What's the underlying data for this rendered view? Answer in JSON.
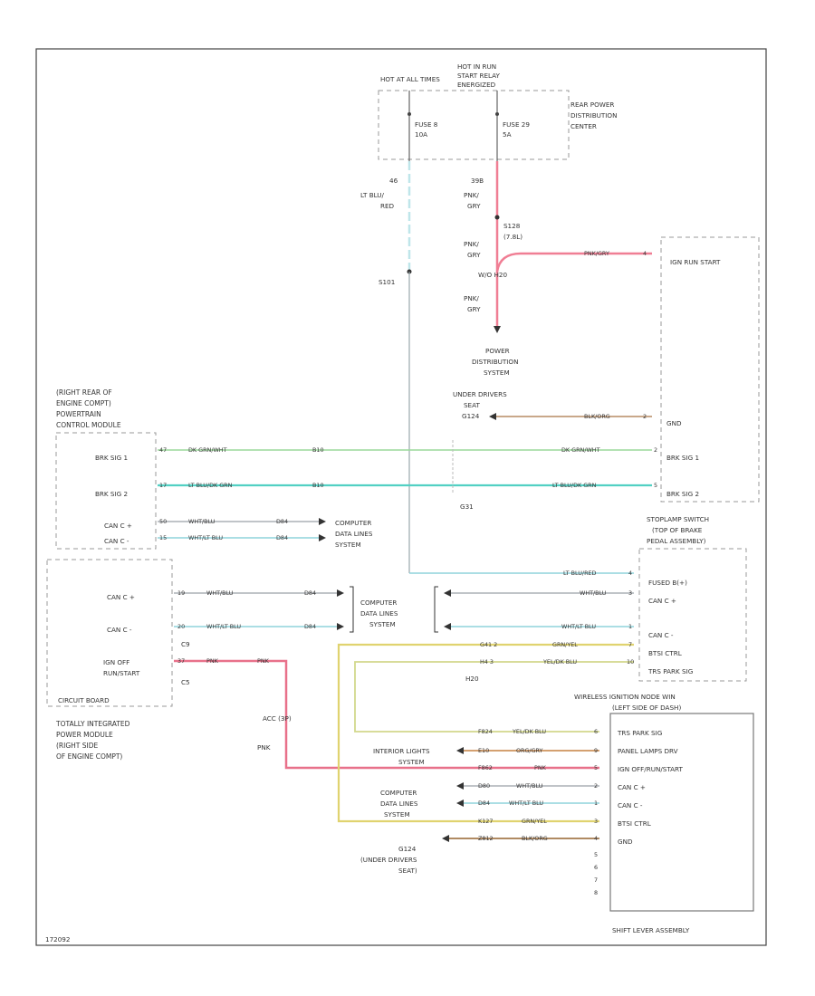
{
  "diagram": {
    "code": "172092",
    "fuse_box": {
      "hot_at_all_times": "HOT AT ALL TIMES",
      "hot_in_run_start": [
        "HOT IN RUN",
        "START RELAY",
        "ENERGIZED"
      ],
      "fuse_a": [
        "FUSE 8",
        "10A"
      ],
      "fuse_b": [
        "FUSE 29",
        "5A"
      ],
      "title": [
        "REAR POWER",
        "DISTRIBUTION",
        "CENTER"
      ]
    },
    "left_feed": {
      "cav": "46",
      "color": [
        "LT BLU/",
        "RED"
      ],
      "splice": "S101"
    },
    "right_feed": {
      "cav": "39B",
      "color1": [
        "PNK/",
        "GRY"
      ],
      "splice": [
        "S128",
        "(7.8L)"
      ],
      "color2": [
        "PNK/",
        "GRY"
      ],
      "cav2": "W/O H20",
      "color3": [
        "PNK/",
        "GRY"
      ]
    },
    "pds": [
      "POWER",
      "DISTRIBUTION",
      "SYSTEM"
    ],
    "ground": {
      "where": [
        "UNDER DRIVERS",
        "SEAT"
      ],
      "id": "G124",
      "wire": "BLK/ORG",
      "pin": "2"
    },
    "ign": {
      "wire": "PNK/GRY",
      "pin": "4",
      "label": "IGN RUN START"
    },
    "pcm": {
      "title": [
        "(RIGHT REAR OF",
        "ENGINE COMPT)",
        "POWERTRAIN",
        "CONTROL MODULE"
      ],
      "pins": [
        {
          "label": "BRK SIG 1",
          "cav": "47",
          "wire": "DK GRN/WHT",
          "pin": "2"
        },
        {
          "label": "BRK SIG 2",
          "cav": "17",
          "wire": "LT BLU/DK GRN",
          "pin": "5"
        },
        {
          "label": "CAN C +",
          "cav": "50",
          "wire": "WHT/BLU",
          "ref": "D84"
        },
        {
          "label": "CAN C -",
          "cav": "15",
          "wire": "WHT/LT BLU",
          "ref": "D84"
        }
      ],
      "sheet": "B10",
      "conn": "G31",
      "right_labels": [
        "GND",
        "BRK SIG 1",
        "BRK SIG 2"
      ]
    },
    "cdl1": [
      "COMPUTER",
      "DATA LINES",
      "SYSTEM"
    ],
    "stoplamp": {
      "title": [
        "STOPLAMP SWITCH",
        "(TOP OF BRAKE",
        "PEDAL ASSEMBLY)"
      ],
      "pins": [
        "FUSED B(+)",
        "CAN C +",
        "CAN C -",
        "BTSI CTRL",
        "TRS PARK SIG"
      ],
      "wires": [
        "LT BLU/RED",
        "WHT/BLU",
        "WHT/LT BLU",
        "GRN/YEL",
        "YEL/DK BLU"
      ],
      "pin_nums": [
        "4",
        "3",
        "1",
        "7",
        "10"
      ],
      "cavs": [
        "G41 2",
        "H4 3"
      ]
    },
    "tipm": {
      "title": [
        "TOTALLY INTEGRATED",
        "POWER MODULE",
        "(RIGHT SIDE",
        "OF ENGINE COMPT)"
      ],
      "pins": [
        {
          "label": "CAN C +",
          "cav": "19",
          "wire": "WHT/BLU",
          "ref": "D84"
        },
        {
          "label": "CAN C -",
          "cav": "20",
          "wire": "WHT/LT BLU",
          "ref": "D84"
        },
        {
          "label": [
            "IGN OFF",
            "RUN/START"
          ],
          "cav": "37",
          "wire": "PNK"
        }
      ],
      "conn_a": "C9",
      "conn_b": "C5",
      "bottom": "CIRCUIT BOARD",
      "wire_pnk2": "PNK"
    },
    "cdl2": [
      "COMPUTER",
      "DATA LINES",
      "SYSTEM"
    ],
    "h20": "H20",
    "wireless": {
      "title": [
        "WIRELESS IGNITION NODE WIN",
        "(LEFT SIDE OF DASH)"
      ],
      "labels": [
        "TRS PARK SIG",
        "PANEL LAMPS DRV",
        "IGN OFF/RUN/START",
        "CAN C +",
        "CAN C -",
        "BTSI CTRL",
        "GND"
      ],
      "cavs": [
        "F824",
        "E10",
        "F862",
        "D80",
        "D84",
        "K127",
        "Z812"
      ],
      "wires": [
        "YEL/DK BLU",
        "ORG/GRY",
        "PNK",
        "WHT/BLU",
        "WHT/LT BLU",
        "GRN/YEL",
        "BLK/ORG"
      ],
      "pins": [
        "6",
        "9",
        "5",
        "2",
        "1",
        "3",
        "4"
      ],
      "extra_pins": [
        "5",
        "6",
        "7",
        "8"
      ],
      "footer": "SHIFT LEVER ASSEMBLY"
    },
    "misc": {
      "acc": "ACC (3P)",
      "pnk3": "PNK",
      "ext_lights": [
        "INTERIOR LIGHTS",
        "SYSTEM"
      ],
      "cdl3": [
        "COMPUTER",
        "DATA LINES",
        "SYSTEM"
      ],
      "g124": [
        "G124",
        "(UNDER DRIVERS",
        "SEAT)"
      ]
    },
    "colors": {
      "lt_blu_red": "#bfe6ea",
      "pnk_gry": "#f07e94",
      "dk_grn_wht": "#9ad99a",
      "lt_blu_dk_grn": "#52d0c3",
      "wht_blu": "#9aa0a6",
      "wht_lt_blu": "#8fd3dc",
      "yel": "#e0d36f",
      "yel_dk_blu": "#d2d88c",
      "org_gry": "#d4a070",
      "blk_org": "#b08a62",
      "pnk": "#e8718a"
    }
  }
}
